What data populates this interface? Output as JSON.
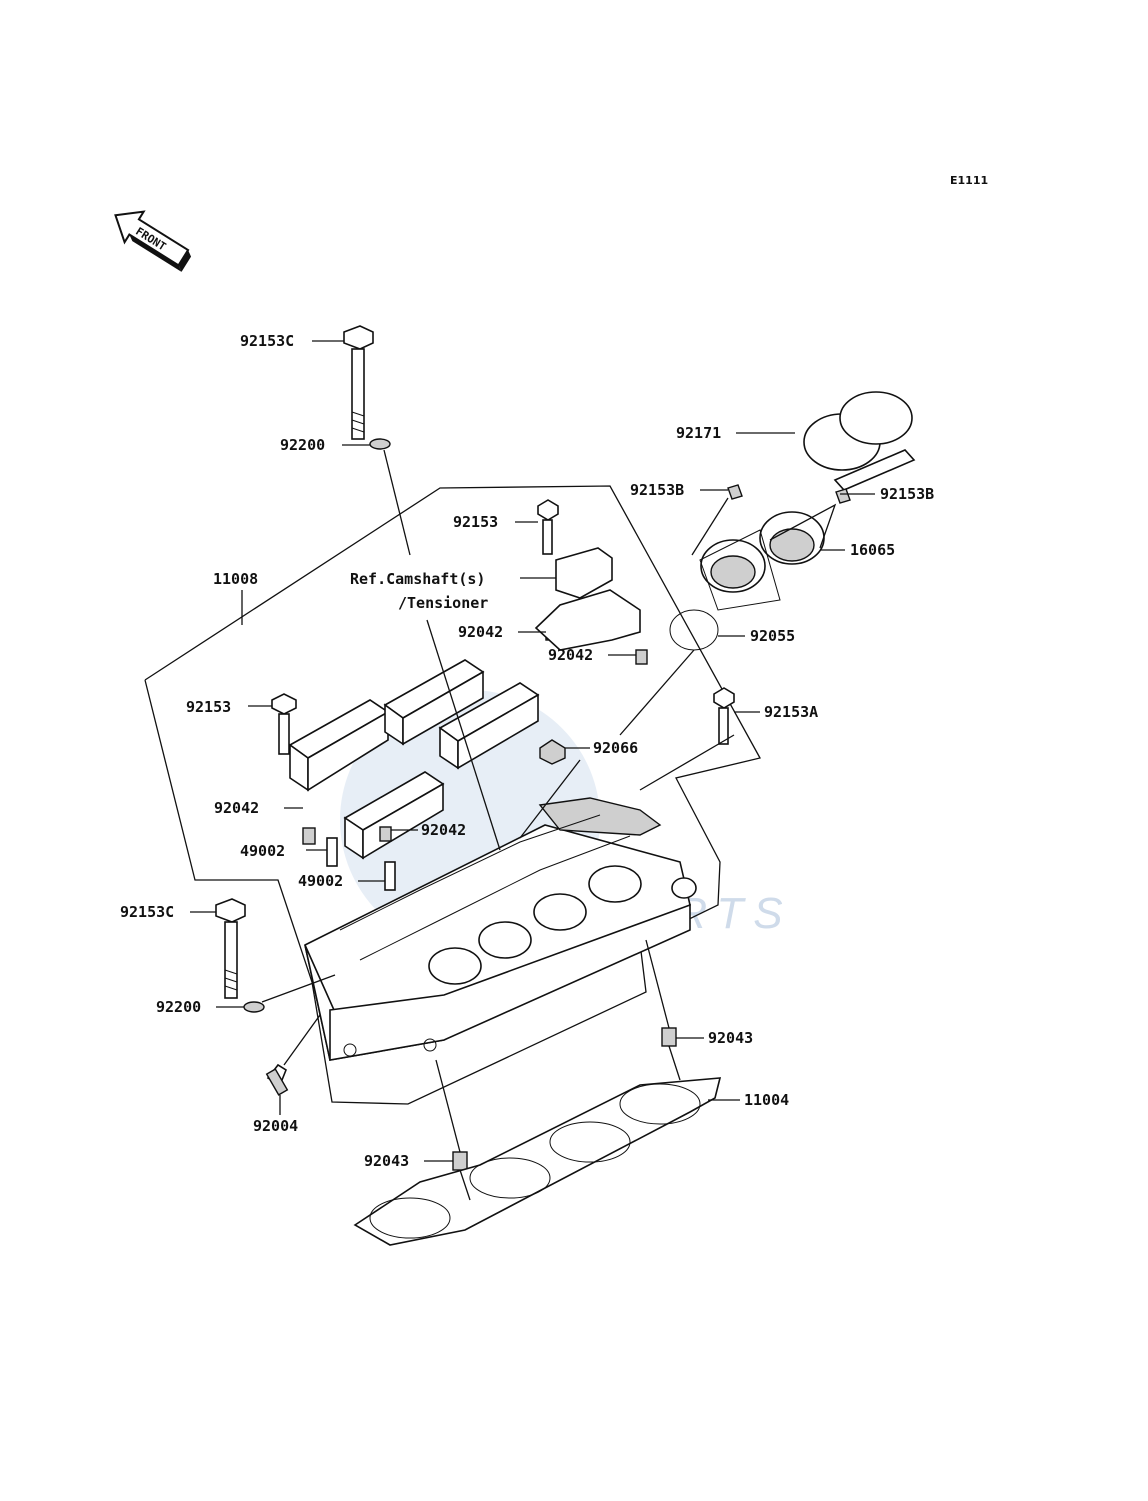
{
  "diagram_code": "E1111",
  "front_label": "FRONT",
  "watermark": {
    "text": "PARTS",
    "color": "#cfdbea"
  },
  "reference_note": [
    "Ref.Camshaft(s)",
    "/Tensioner"
  ],
  "parts": {
    "p92153C_top": "92153C",
    "p92200_top": "92200",
    "p92171": "92171",
    "p92153B_left": "92153B",
    "p92153B_right": "92153B",
    "p16065": "16065",
    "p92153_top": "92153",
    "p11008": "11008",
    "p92042_a": "92042",
    "p92042_b": "92042",
    "p92055": "92055",
    "p92153_mid": "92153",
    "p92153A": "92153A",
    "p92066": "92066",
    "p92042_c": "92042",
    "p92042_d": "92042",
    "p49002_a": "49002",
    "p49002_b": "49002",
    "p92153C_bottom": "92153C",
    "p92200_bottom": "92200",
    "p92043_right": "92043",
    "p11004": "11004",
    "p92004": "92004",
    "p92043_bottom": "92043"
  }
}
